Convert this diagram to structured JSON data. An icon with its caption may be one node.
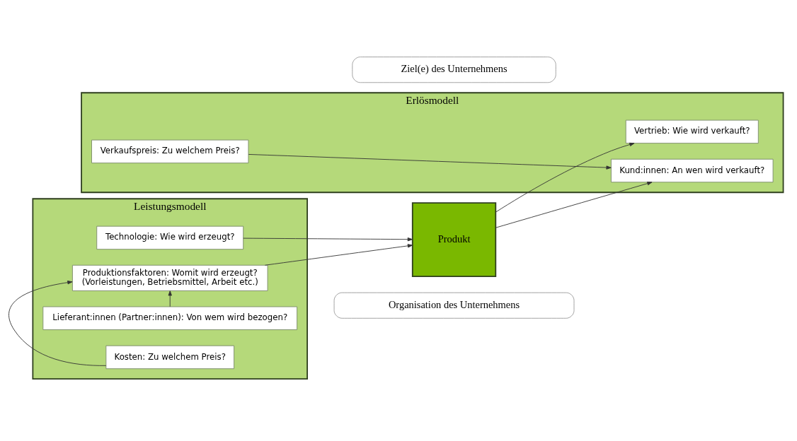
{
  "diagram": {
    "nodes": [
      {
        "text": [
          "Ziel(e) des Unternehmens"
        ]
      },
      {
        "text": [
          "Leistungsmodell"
        ]
      },
      {
        "text": [
          "Technologie: Wie wird erzeugt?"
        ],
        "in": 1
      },
      {
        "text": [
          "Produktionsfaktoren: Womit wird erzeugt?",
          "(Vorleistungen, Betriebsmittel, Arbeit etc.)"
        ],
        "in": 1
      },
      {
        "text": [
          "Lieferant:innen (Partner:innen): Von wem wird bezogen?"
        ],
        "in": 1
      },
      {
        "text": [
          "Kosten: Zu welchem Preis?"
        ],
        "in": 1
      },
      {
        "text": [
          "Produkt"
        ]
      },
      {
        "text": [
          "Erlösmodell"
        ]
      },
      {
        "text": [
          "Vertrieb: Wie wird verkauft?"
        ],
        "in": 7
      },
      {
        "text": [
          "Kund:innen: An wen wird verkauft?"
        ],
        "in": 7
      },
      {
        "text": [
          "Verkaufspreis: Zu welchem Preis?"
        ],
        "in": 7
      },
      {
        "text": [
          "Organisation des Unternehmens"
        ]
      }
    ],
    "edges": [
      {
        "from": 2,
        "to": 6,
        "arrow": "to"
      },
      {
        "from": 3,
        "to": 6,
        "arrow": "to"
      },
      {
        "from": 4,
        "to": 3,
        "arrow": "to"
      },
      {
        "from": 5,
        "to": 3,
        "arrow": "to"
      },
      {
        "from": 6,
        "to": 8,
        "arrow": "to"
      },
      {
        "from": 6,
        "to": 9,
        "arrow": "to"
      },
      {
        "from": 10,
        "to": 9,
        "arrow": "to"
      }
    ]
  }
}
